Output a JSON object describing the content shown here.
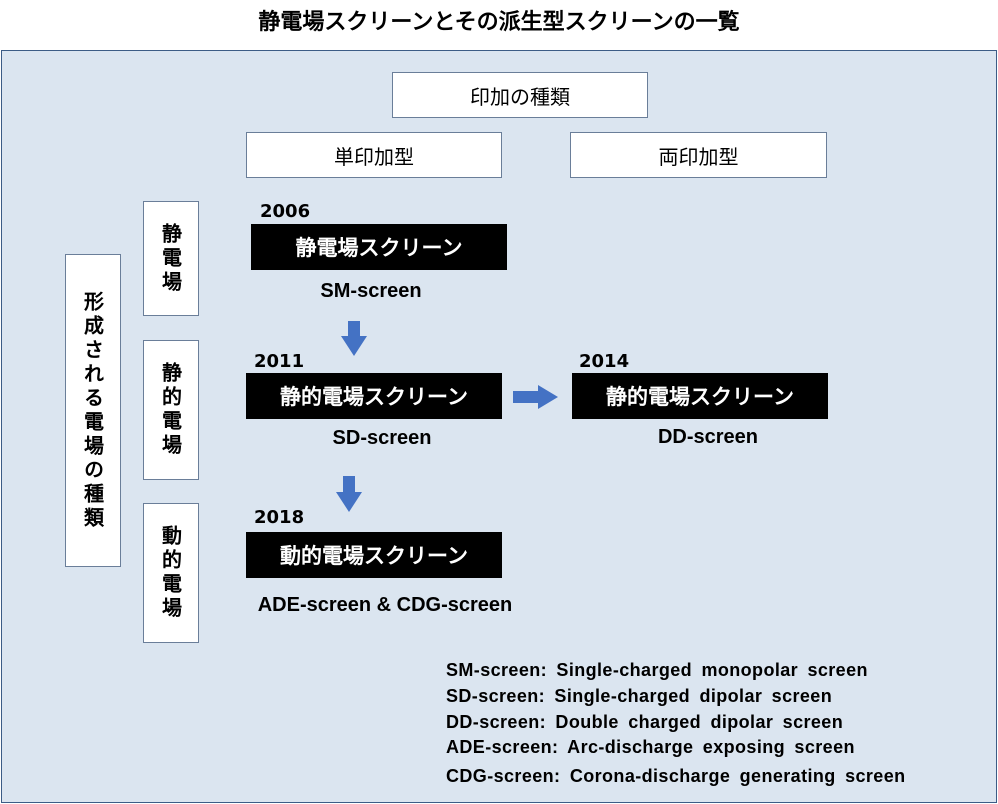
{
  "title": "静電場スクリーンとその派生型スクリーンの一覧",
  "header": {
    "application_type": "印加の種類",
    "single": "単印加型",
    "double": "両印加型"
  },
  "row_group_label": "形成される電場の種類",
  "rows": {
    "static": "静電場",
    "static_derived": "静的電場",
    "dynamic": "動的電場"
  },
  "nodes": {
    "sm": {
      "year": "2006",
      "name": "静電場スクリーン",
      "code": "SM-screen"
    },
    "sd": {
      "year": "2011",
      "name": "静的電場スクリーン",
      "code": "SD-screen"
    },
    "dd": {
      "year": "2014",
      "name": "静的電場スクリーン",
      "code": "DD-screen"
    },
    "ade": {
      "year": "2018",
      "name": "動的電場スクリーン",
      "code": "ADE-screen & CDG-screen"
    }
  },
  "legend": [
    "SM-screen: Single-charged monopolar screen",
    "SD-screen: Single-charged dipolar screen",
    "DD-screen: Double charged dipolar screen",
    "ADE-screen: Arc-discharge exposing screen",
    "CDG-screen: Corona-discharge generating screen"
  ],
  "colors": {
    "panel_bg": "#dbe5f0",
    "arrow": "#4472c4",
    "node_bg": "#000000"
  }
}
